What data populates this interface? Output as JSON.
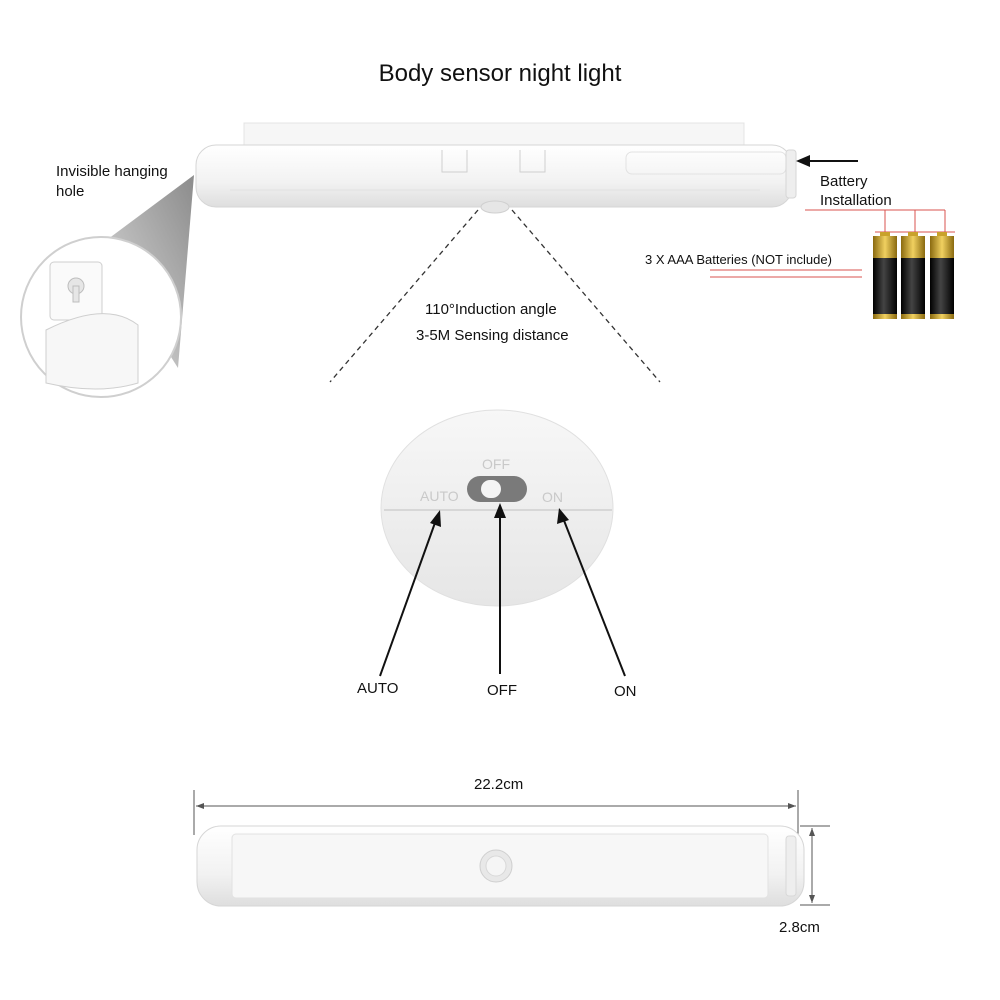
{
  "title": "Body sensor night light",
  "callouts": {
    "hanging_hole": "Invisible hanging hole",
    "battery_installation": "Battery Installation",
    "batteries": "3 X AAA Batteries (NOT include)",
    "induction_angle": "110°Induction angle",
    "sensing_distance": "3-5M Sensing distance"
  },
  "switch": {
    "off_marking": "OFF",
    "auto_marking": "AUTO",
    "on_marking": "ON",
    "labels": {
      "auto": "AUTO",
      "off": "OFF",
      "on": "ON"
    }
  },
  "dimensions": {
    "length": "22.2cm",
    "height": "2.8cm"
  },
  "colors": {
    "product_white": "#f4f4f4",
    "outline_gray": "#d9d9d9",
    "battery_black": "#1a1a1a",
    "battery_gold": "#c9a22b",
    "wire_red": "#d9534f"
  }
}
